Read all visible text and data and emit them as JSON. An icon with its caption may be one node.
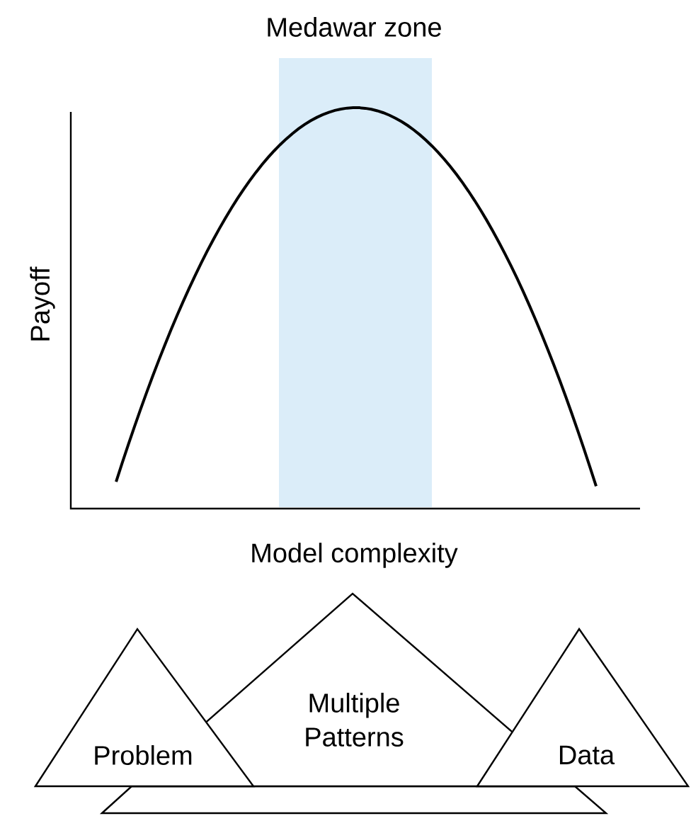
{
  "diagram": {
    "title": "Medawar zone",
    "nodes": [
      {
        "text": [
          "Problem"
        ]
      },
      {
        "text": [
          "Multiple Patterns"
        ]
      },
      {
        "text": [
          "Data"
        ]
      },
      {
        "text": [],
        "shape": "bar"
      }
    ],
    "labels": [
      "Payoff",
      "Model complexity"
    ]
  }
}
